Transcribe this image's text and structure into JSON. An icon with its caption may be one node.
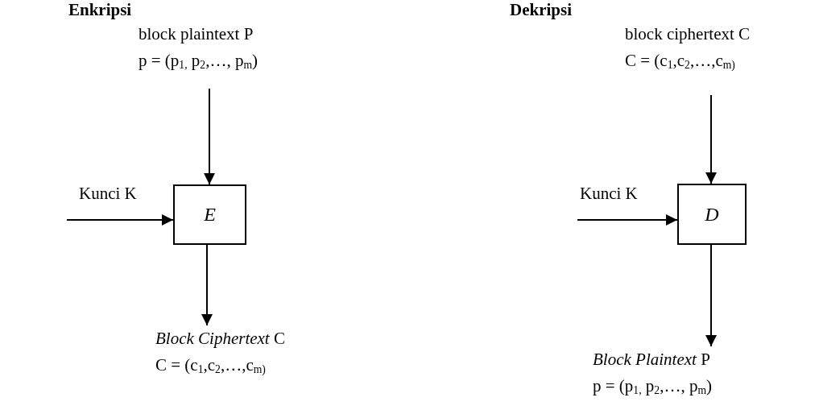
{
  "diagram": {
    "nodes": [
      {
        "text": [
          "block plaintext P",
          "p = (p$_{1,}$ p$_{2}$,…, p$_{m}$)"
        ]
      },
      {
        "text": [
          "E"
        ]
      },
      {
        "text": [
          "*Block Ciphertext* C",
          "C = (c$_{1}$,c$_{2}$,…,c$_{m)}$"
        ]
      },
      {
        "text": [
          "block ciphertext C",
          "C = (c$_{1}$,c$_{2}$,…,c$_{m)}$"
        ]
      },
      {
        "text": [
          "D"
        ]
      },
      {
        "text": [
          "*Block Plaintext* P",
          "p = (p$_{1,}$ p$_{2}$,…, p$_{m}$)"
        ]
      }
    ],
    "edges": [
      {
        "from": 0,
        "to": 1,
        "arrow": "to"
      },
      {
        "from": null,
        "to": 1,
        "arrow": "to",
        "label": "Kunci K"
      },
      {
        "from": 1,
        "to": 2,
        "arrow": "to"
      },
      {
        "from": 3,
        "to": 4,
        "arrow": "to"
      },
      {
        "from": null,
        "to": 4,
        "arrow": "to",
        "label": "Kunci K"
      },
      {
        "from": 4,
        "to": 5,
        "arrow": "to"
      }
    ],
    "labels": [
      "Enkripsi",
      "Dekripsi"
    ]
  }
}
